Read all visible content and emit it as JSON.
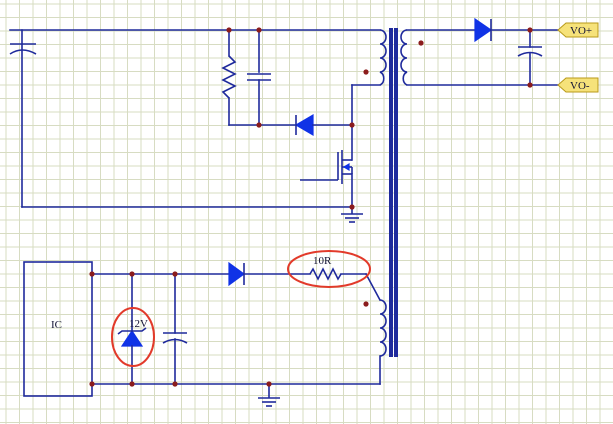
{
  "labels": {
    "ic": "IC",
    "zener_voltage": "12V",
    "resistor_value": "10R",
    "output_positive": "VO+",
    "output_negative": "VO-"
  },
  "colors": {
    "grid_line": "#d7dcc2",
    "wire": "#1f2a9c",
    "component_fill": "#1033e6",
    "node_dot": "#8b1c1c",
    "highlight_ellipse": "#e23a2a",
    "output_tag_fill": "#f6e27a"
  }
}
